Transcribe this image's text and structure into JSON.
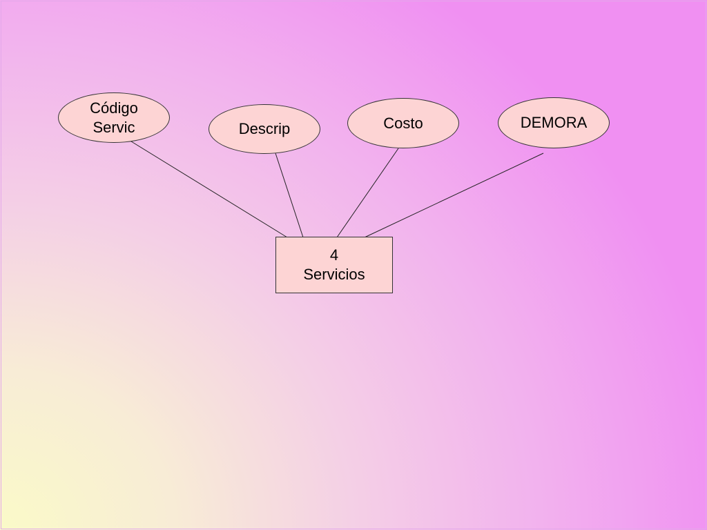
{
  "diagram": {
    "entity": {
      "number": "4",
      "name": "Servicios"
    },
    "attributes": [
      {
        "label": "Código\nServic"
      },
      {
        "label": "Descrip"
      },
      {
        "label": "Costo"
      },
      {
        "label": "DEMORA"
      }
    ]
  },
  "colors": {
    "shape_fill": "#fdd4d4",
    "shape_border": "#333333",
    "connector": "#222222"
  }
}
